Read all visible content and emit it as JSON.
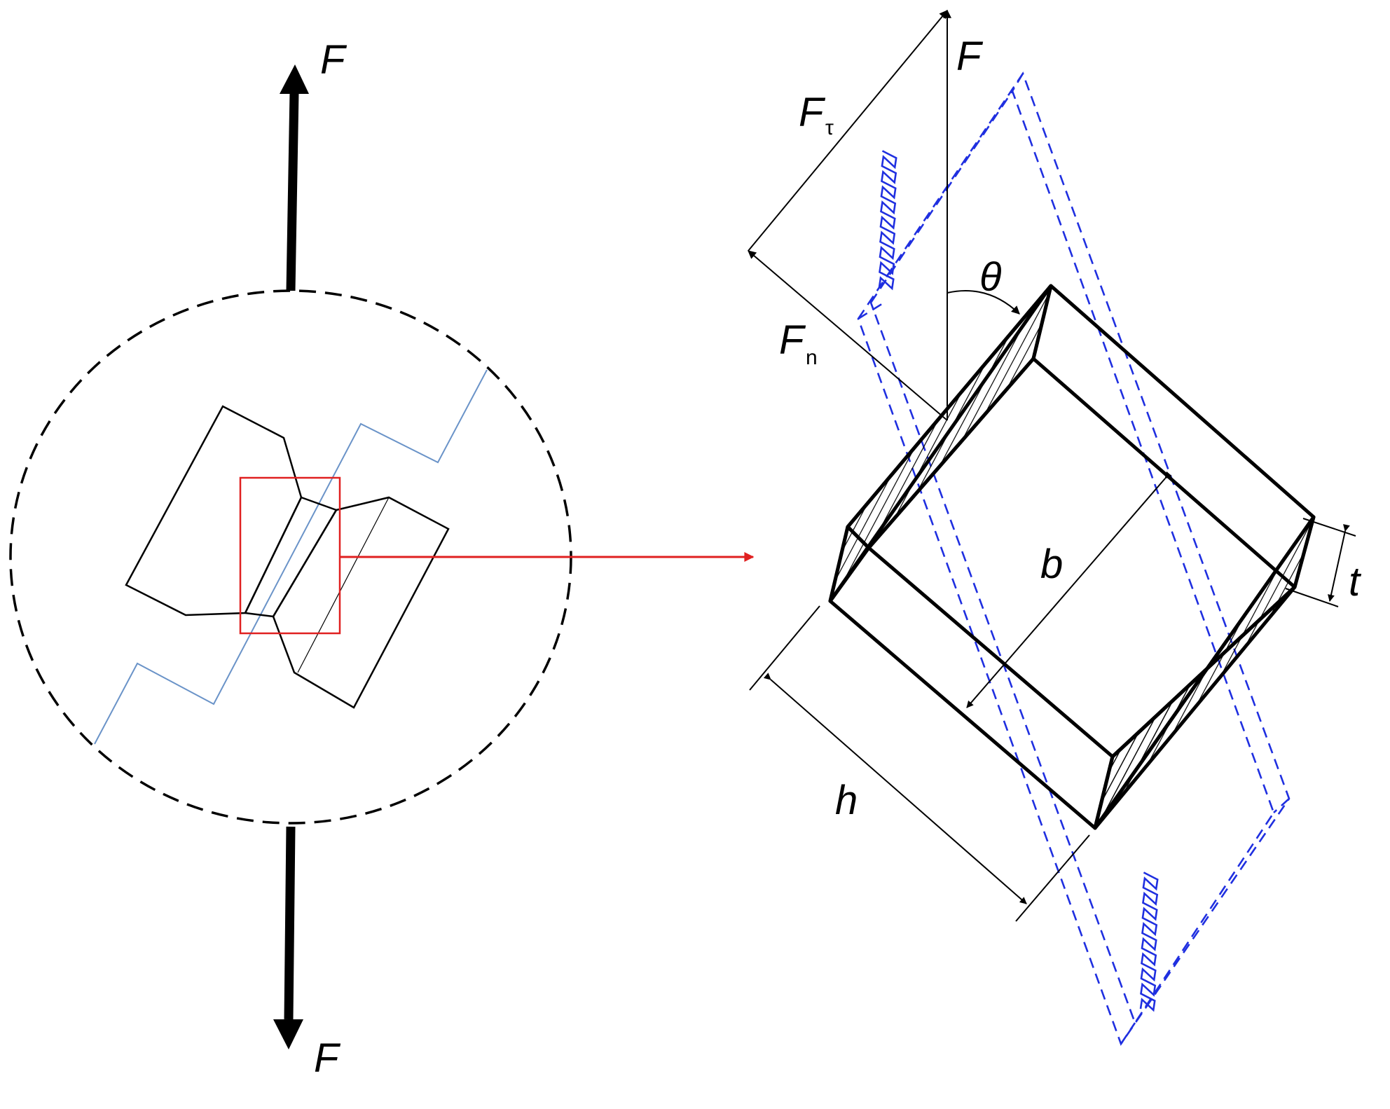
{
  "labels": {
    "force_top_left": "F",
    "force_bottom_left": "F",
    "force_right": "F",
    "tangential_main": "F",
    "tangential_sub": "τ",
    "normal_main": "F",
    "normal_sub": "n",
    "angle": "θ",
    "width": "b",
    "thickness": "t",
    "height": "h"
  },
  "colors": {
    "outline": "#000000",
    "zoom_box": "#e02020",
    "zoom_arrow": "#e02020",
    "slip_trace": "#6a93c8",
    "deformed_plate": "#1f2fe0"
  }
}
